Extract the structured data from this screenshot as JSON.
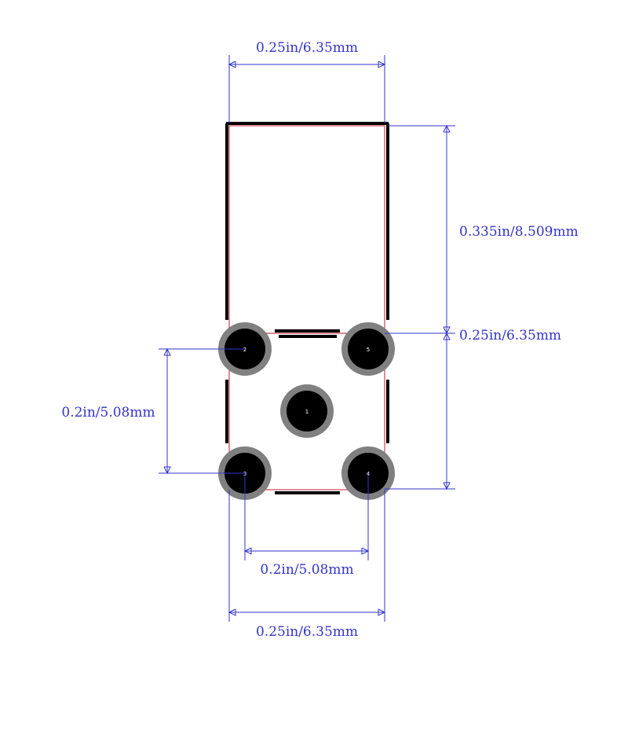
{
  "dimensions": {
    "top_width": "0.25in/6.35mm",
    "body_height": "0.335in/8.509mm",
    "pad_region_height": "0.25in/6.35mm",
    "left_pitch": "0.2in/5.08mm",
    "bottom_pitch": "0.2in/5.08mm",
    "bottom_width": "0.25in/6.35mm"
  },
  "pads": [
    {
      "id": "1",
      "label": "1"
    },
    {
      "id": "2",
      "label": "2"
    },
    {
      "id": "3",
      "label": "3"
    },
    {
      "id": "4",
      "label": "4"
    },
    {
      "id": "5",
      "label": "5"
    }
  ],
  "colors": {
    "dimension": "#3333cc",
    "silkscreen": "#000000",
    "courtyard": "#d04050",
    "pad_ring": "#808080",
    "pad_hole": "#000000"
  }
}
